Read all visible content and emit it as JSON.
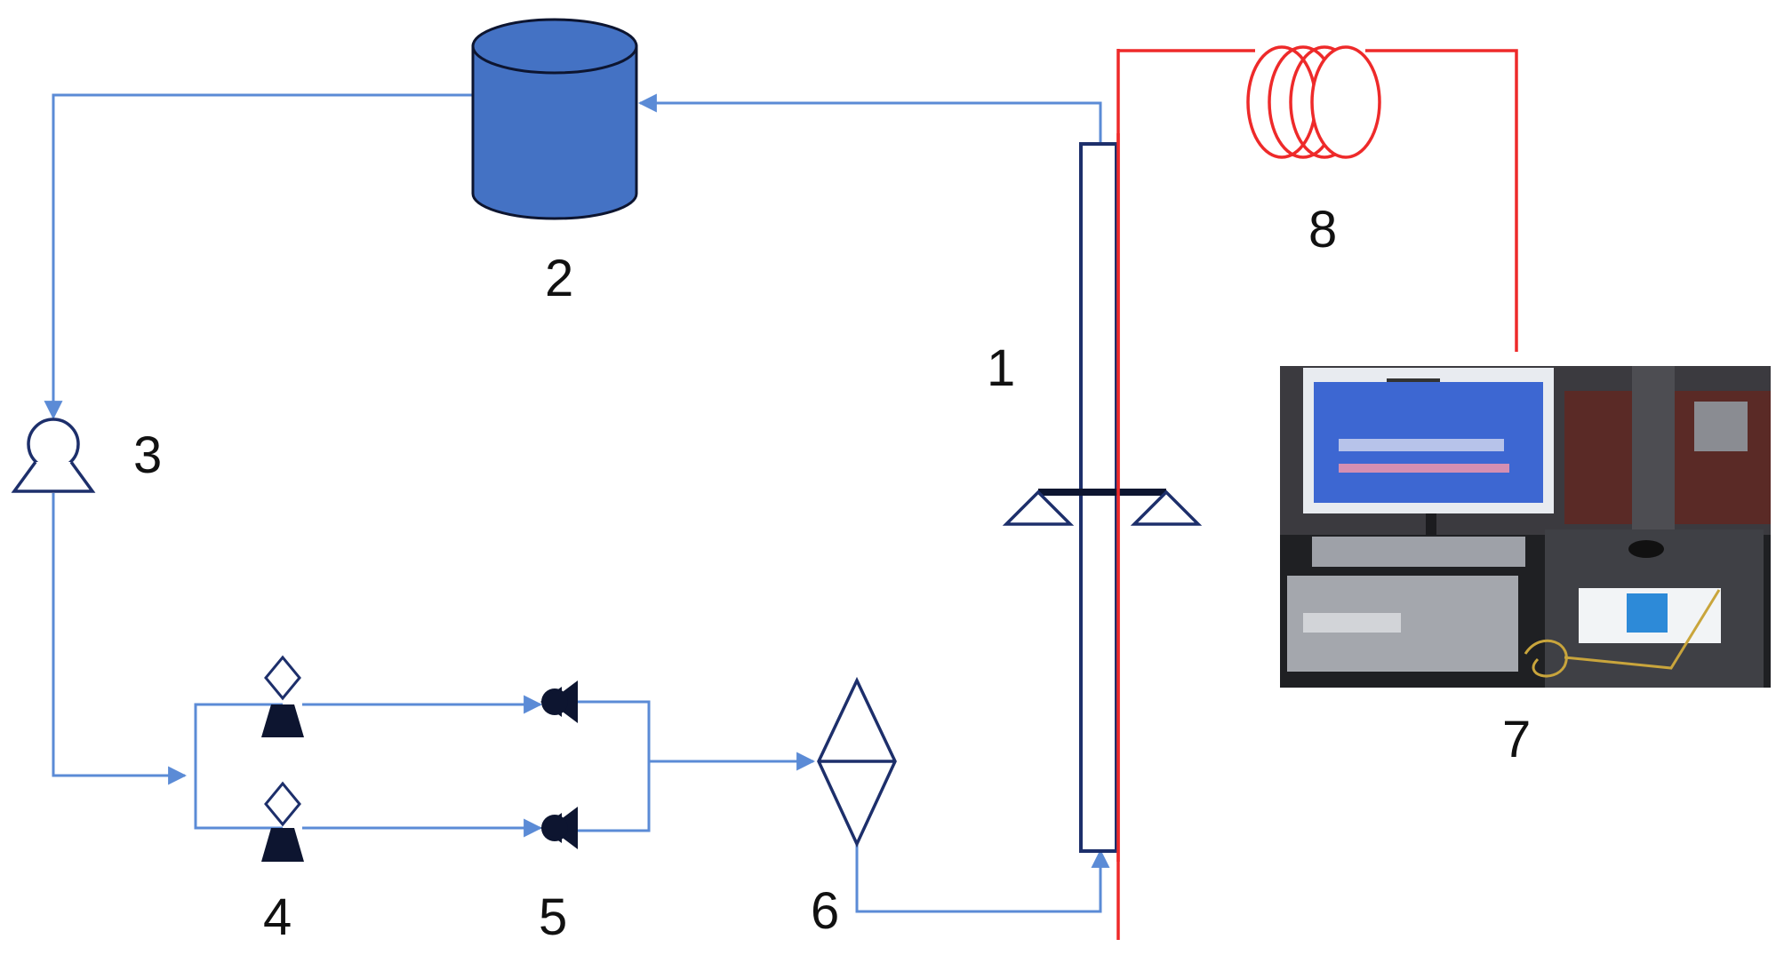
{
  "labels": {
    "column": "1",
    "tank": "2",
    "pump": "3",
    "valve": "4",
    "flowmeter": "5",
    "filter": "6",
    "interrogator": "7",
    "fiber_coil": "8"
  },
  "colors": {
    "water_pipe": "#5b8bd6",
    "equipment_outline": "#1d2f6b",
    "optical_fiber": "#ee2a2a",
    "tank_fill": "#4472c4",
    "symbol_fill": "#0d1530"
  }
}
